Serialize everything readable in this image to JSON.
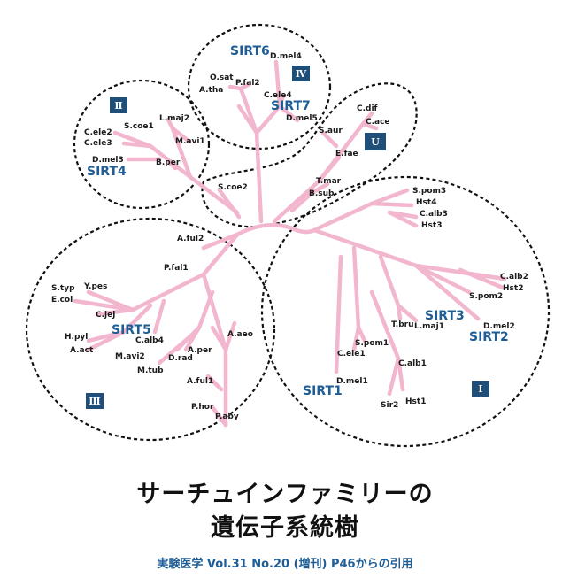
{
  "colors": {
    "branch": "#f2b6cf",
    "sirt_label": "#1f5d96",
    "badge": "#1f4e79",
    "boundary": "#111111"
  },
  "classes": [
    {
      "name": "class-II",
      "numeral": "Ⅱ"
    },
    {
      "name": "class-IV",
      "numeral": "Ⅳ"
    },
    {
      "name": "class-U",
      "numeral": "U"
    },
    {
      "name": "class-III",
      "numeral": "Ⅲ"
    },
    {
      "name": "class-I",
      "numeral": "Ⅰ"
    }
  ],
  "sirt_labels": [
    "SIRT6",
    "SIRT7",
    "SIRT4",
    "SIRT5",
    "SIRT3",
    "SIRT2",
    "SIRT1"
  ],
  "leaves": [
    "D.mel4",
    "O.sat",
    "P.fal2",
    "A.tha",
    "C.ele4",
    "D.mel5",
    "L.maj2",
    "S.coe1",
    "C.ele2",
    "C.ele3",
    "M.avi1",
    "D.mel3",
    "B.per",
    "C.dif",
    "C.ace",
    "S.aur",
    "E.fae",
    "T.mar",
    "B.sub",
    "S.coe2",
    "S.pom3",
    "Hst4",
    "C.alb3",
    "Hst3",
    "A.ful2",
    "P.fal1",
    "S.typ",
    "Y.pes",
    "E.col",
    "C.jej",
    "H.pyl",
    "A.act",
    "C.alb4",
    "M.avi2",
    "M.tub",
    "D.rad",
    "A.per",
    "A.aeo",
    "A.ful1",
    "P.hor",
    "P.aby",
    "C.alb2",
    "Hst2",
    "S.pom2",
    "D.mel2",
    "T.bru",
    "L.maj1",
    "S.pom1",
    "C.ele1",
    "C.alb1",
    "D.mel1",
    "Sir2",
    "Hst1"
  ],
  "caption": {
    "title_line1": "サーチュインファミリーの",
    "title_line2": "遺伝子系統樹",
    "citation": "実験医学 Vol.31 No.20 (増刊)  P46からの引用"
  }
}
